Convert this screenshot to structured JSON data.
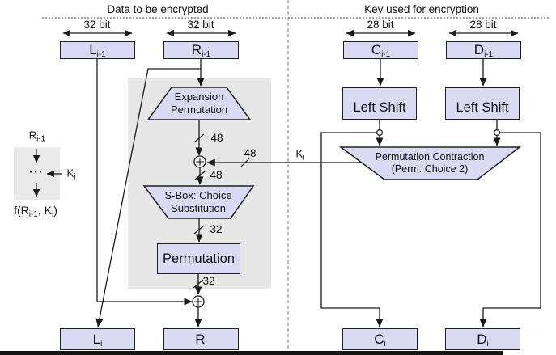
{
  "colors": {
    "box_fill": "#dadaf4",
    "box_border": "#202020",
    "panel_gray": "#e7e7e7",
    "line": "#1a1a1a",
    "divider_gray": "#808080",
    "bottom_bar": "#141414"
  },
  "headers": {
    "left": "Data to be encrypted",
    "right": "Key used for encryption"
  },
  "bit_labels": [
    "32 bit",
    "32 bit",
    "28 bit",
    "28 bit"
  ],
  "registers": {
    "top": [
      {
        "main": "L",
        "sub": "i-1"
      },
      {
        "main": "R",
        "sub": "i-1"
      },
      {
        "main": "C",
        "sub": "i-1"
      },
      {
        "main": "D",
        "sub": "i-1"
      }
    ],
    "bottom": [
      {
        "main": "L",
        "sub": "i"
      },
      {
        "main": "R",
        "sub": "i"
      },
      {
        "main": "C",
        "sub": "i"
      },
      {
        "main": "D",
        "sub": "i"
      }
    ]
  },
  "blocks": {
    "expansion": {
      "line1": "Expansion",
      "line2": "Permutation"
    },
    "sbox": {
      "line1": "S-Box: Choice",
      "line2": "Substitution"
    },
    "permutation": "Permutation",
    "left_shift_1": "Left Shift",
    "left_shift_2": "Left Shift",
    "perm_contraction": {
      "line1": "Permutation Contraction",
      "line2": "(Perm. Choice 2)"
    }
  },
  "wire_labels": {
    "expansion_out": "48",
    "key_in": "48",
    "xor_out": "48",
    "sbox_out": "32",
    "perm_out": "32",
    "key": {
      "main": "K",
      "sub": "i"
    }
  },
  "legend": {
    "input": {
      "main": "R",
      "sub": "i-1"
    },
    "dots": "···",
    "key": {
      "main": "K",
      "sub": "i"
    },
    "output": {
      "p1": "f(R",
      "s1": "i-1",
      "p2": ", K",
      "s2": "i",
      "p3": ")"
    }
  }
}
